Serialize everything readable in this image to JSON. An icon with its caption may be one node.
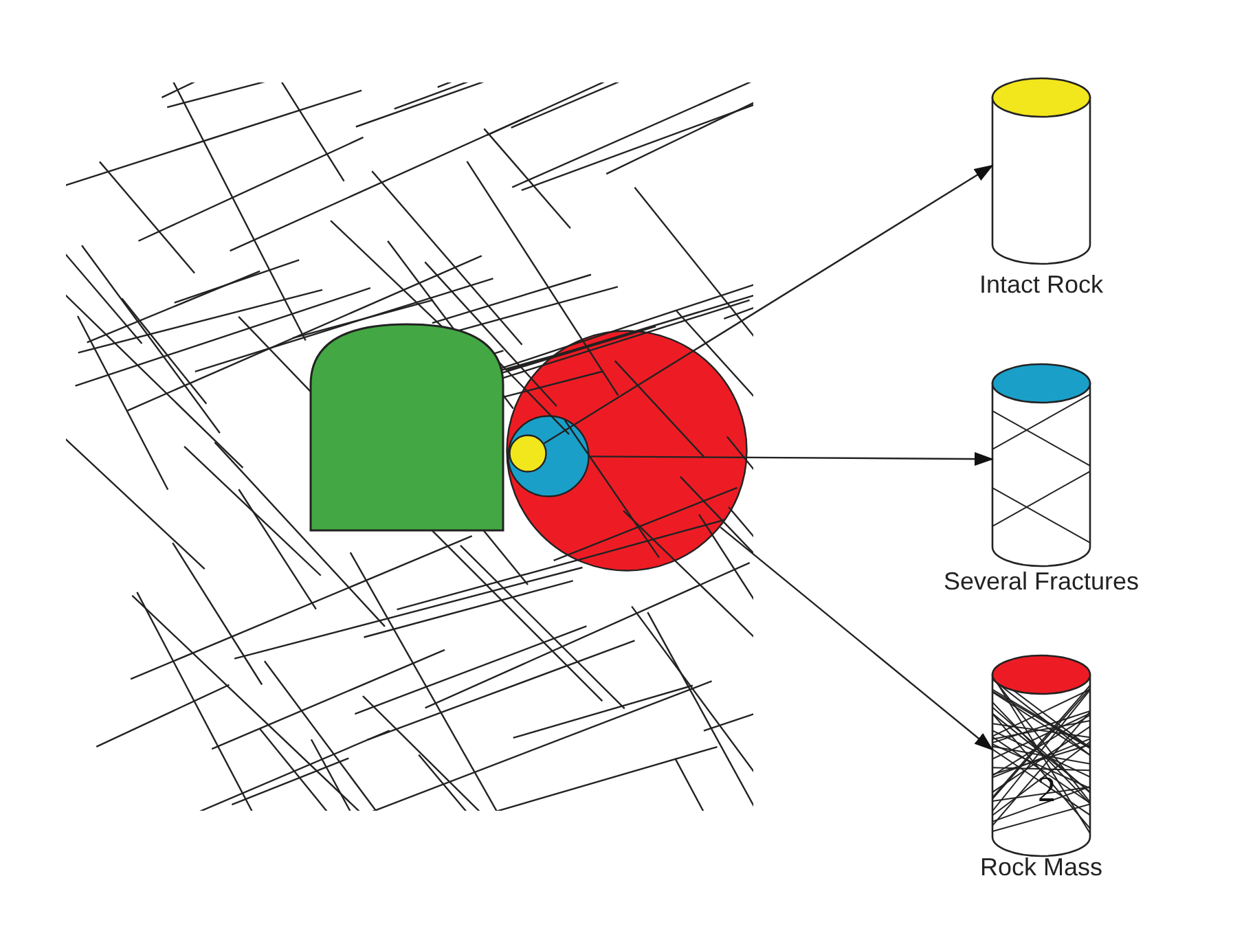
{
  "diagram": {
    "nodes": [
      {
        "text": [],
        "shape": "circle"
      },
      {
        "text": [],
        "shape": "circle",
        "in": 0
      },
      {
        "text": [],
        "shape": "circle",
        "in": 1
      },
      {
        "text": [
          "Intact Rock"
        ]
      },
      {
        "text": [
          "Several Fractures"
        ]
      },
      {
        "text": [
          "Rock Mass"
        ]
      }
    ],
    "edges": [
      {
        "from": 2,
        "to": 3,
        "arrow": "to"
      },
      {
        "from": 1,
        "to": 4,
        "arrow": "to"
      },
      {
        "from": 0,
        "to": 5,
        "arrow": "to"
      }
    ],
    "labels": [
      "2"
    ]
  }
}
